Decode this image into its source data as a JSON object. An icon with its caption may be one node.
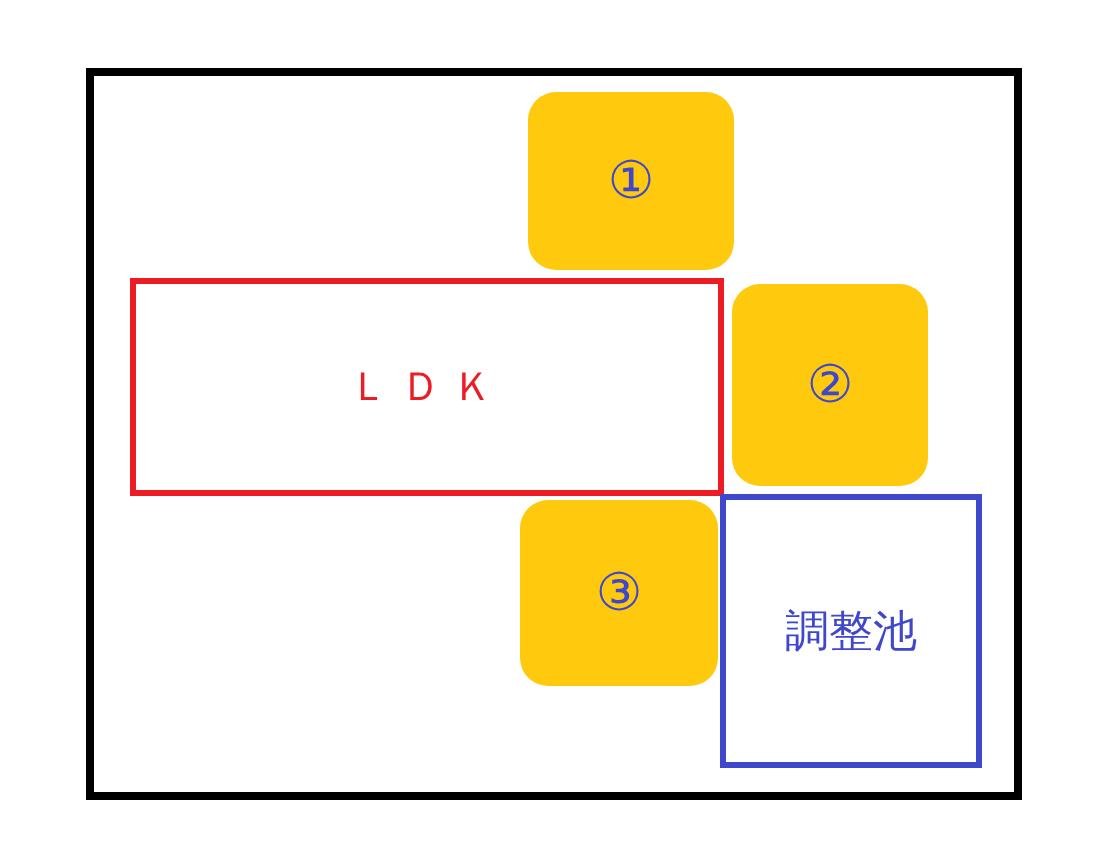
{
  "diagram": {
    "nodes": [
      {
        "text": [],
        "shape": "box"
      },
      {
        "text": [
          "①"
        ],
        "in": 0
      },
      {
        "text": [
          "ＬＤＫ"
        ],
        "in": 0
      },
      {
        "text": [
          "②"
        ],
        "in": 0
      },
      {
        "text": [
          "③"
        ],
        "in": 0
      },
      {
        "text": [
          "調整池"
        ],
        "in": 0
      }
    ],
    "edges": []
  }
}
